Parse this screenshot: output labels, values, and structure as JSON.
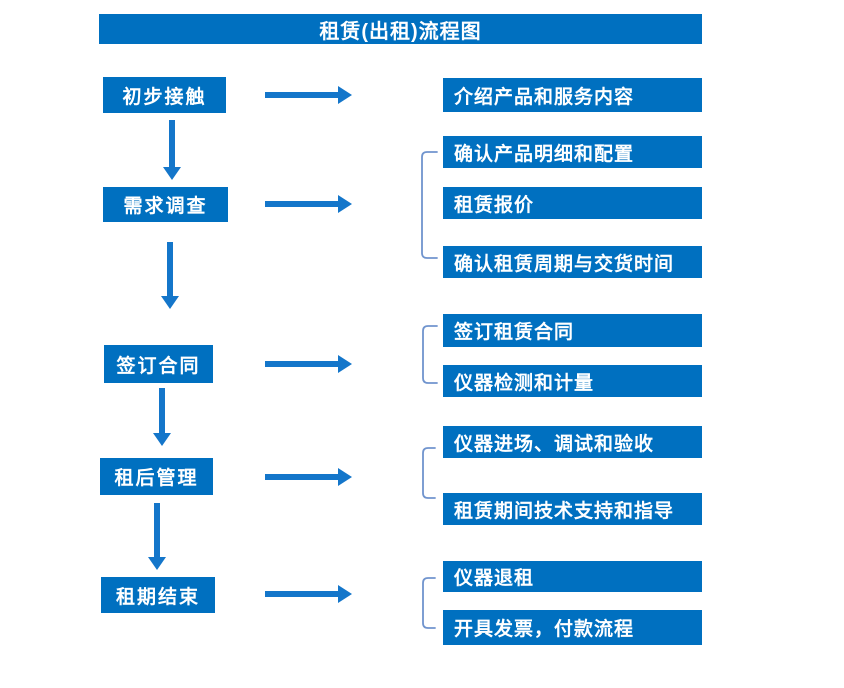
{
  "title": "租赁(出租)流程图",
  "colors": {
    "box_blue": "#0070C0",
    "arrow_blue": "#1476CA",
    "bracket_blue": "#7094CE",
    "text_white": "#FFFFFF"
  },
  "stages": [
    {
      "label": "初步接触",
      "outputs": [
        "介绍产品和服务内容"
      ]
    },
    {
      "label": "需求调查",
      "outputs": [
        "确认产品明细和配置",
        "租赁报价",
        "确认租赁周期与交货时间"
      ]
    },
    {
      "label": "签订合同",
      "outputs": [
        "签订租赁合同",
        "仪器检测和计量"
      ]
    },
    {
      "label": "租后管理",
      "outputs": [
        "仪器进场、调试和验收",
        "租赁期间技术支持和指导"
      ]
    },
    {
      "label": "租期结束",
      "outputs": [
        "仪器退租",
        "开具发票，付款流程"
      ]
    }
  ]
}
